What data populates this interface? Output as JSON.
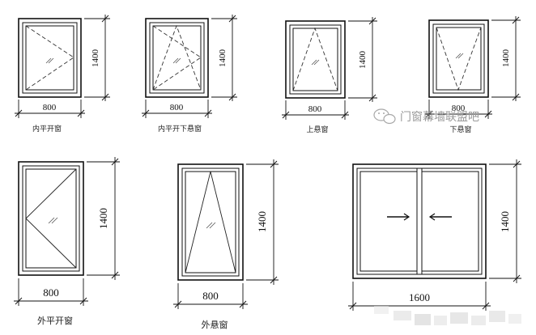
{
  "windows": [
    {
      "caption": "内平开窗",
      "width_label": "800",
      "height_label": "1400"
    },
    {
      "caption": "内平开下悬窗",
      "width_label": "800",
      "height_label": "1400"
    },
    {
      "caption": "上悬窗",
      "width_label": "800",
      "height_label": "1400"
    },
    {
      "caption": "下悬窗",
      "width_label": "800",
      "height_label": "1400"
    },
    {
      "caption": "外平开窗",
      "width_label": "800",
      "height_label": "1400"
    },
    {
      "caption": "外悬窗",
      "width_label": "800",
      "height_label": "1400"
    },
    {
      "caption": "",
      "width_label": "1600",
      "height_label": "1400"
    }
  ],
  "watermark": {
    "text": "门窗幕墙联盟吧",
    "icon": "wechat-icon"
  }
}
